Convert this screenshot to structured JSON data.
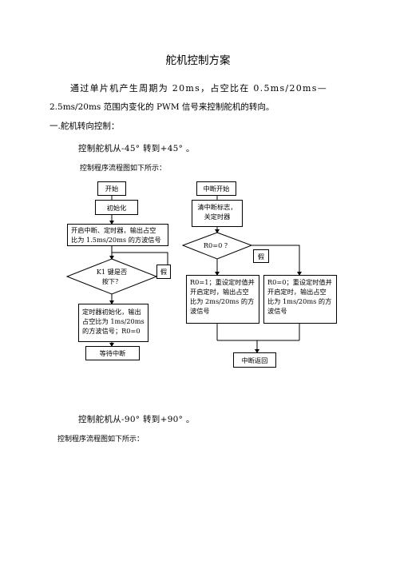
{
  "doc": {
    "title": "舵机控制方案",
    "intro_line1": "通过单片机产生周期为 20ms，占空比在 0.5ms/20ms—",
    "intro_line2": "2.5ms/20ms 范围内变化的 PWM 信号来控制舵机的转向。",
    "section1_heading": "一.舵机转向控制：",
    "subsection1": "控制舵机从-45° 转到+45° 。",
    "flow_caption1": "控制程序流程图如下所示：",
    "subsection2": "控制舵机从-90° 转到+90° 。",
    "flow_caption2": "控制程序流程图如下所示："
  },
  "flow_main": {
    "start": "开始",
    "init": "初始化",
    "enable_line1": "开启中断、定时器，输出占空",
    "enable_line2": "比为 1.5ms/20ms 的方波信号",
    "decision_line1": "K1 键是否",
    "decision_line2": "按下？",
    "false_label": "假",
    "reset_line1": "定时器初始化，输出",
    "reset_line2": "占空比为 1ms/20ms",
    "reset_line3": "的方波信号；R0=0",
    "wait": "等待中断"
  },
  "flow_isr": {
    "start": "中断开始",
    "clear_line1": "清中断标志，",
    "clear_line2": "关定时器",
    "decision": "R0=0 ？",
    "false_label": "假",
    "left_line1": "R0=1；重设定时值并",
    "left_line2": "开启定时，输出占空",
    "left_line3": "比为 2ms/20ms 的方",
    "left_line4": "波信号",
    "right_line1": "R0=0；重设定时值并",
    "right_line2": "开启定时，输出占空",
    "right_line3": "比为 1ms/20ms 的方",
    "right_line4": "波信号",
    "return": "中断返回"
  }
}
